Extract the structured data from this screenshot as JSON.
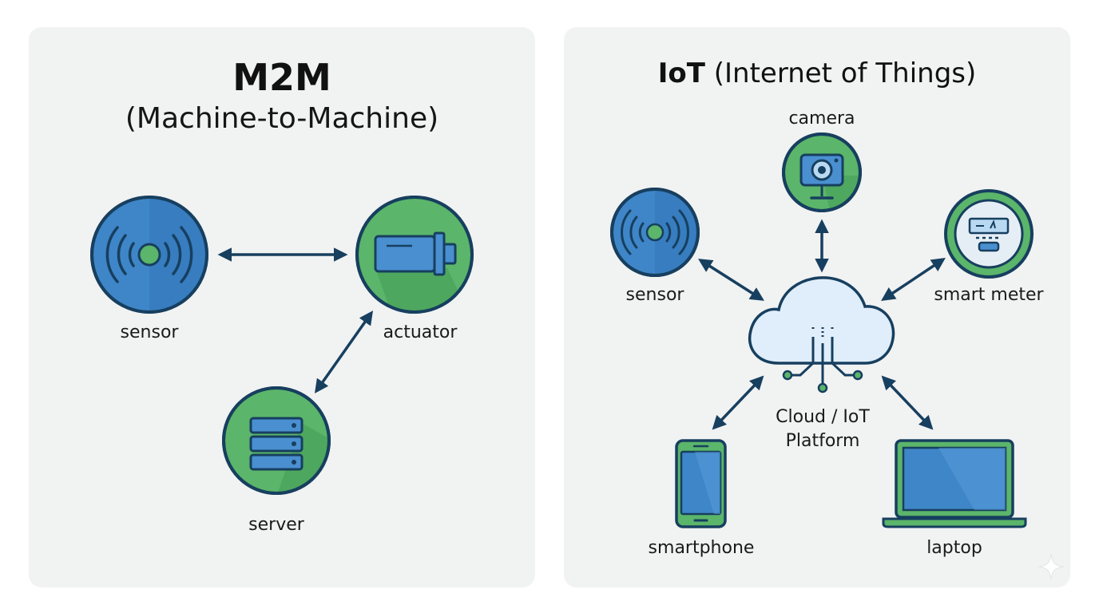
{
  "m2m": {
    "title": "M2M",
    "subtitle": "(Machine-to-Machine)",
    "nodes": {
      "sensor": "sensor",
      "actuator": "actuator",
      "server": "server"
    }
  },
  "iot": {
    "title_bold": "IoT",
    "title_rest": " (Internet of Things)",
    "hub_line1": "Cloud / IoT",
    "hub_line2": "Platform",
    "nodes": {
      "camera": "camera",
      "sensor": "sensor",
      "smart_meter": "smart meter",
      "smartphone": "smartphone",
      "laptop": "laptop"
    }
  },
  "colors": {
    "blue": "#3f86c8",
    "green": "#5bb56a",
    "navy": "#173f5f",
    "panel": "#f1f2f2"
  },
  "icons": [
    "sensor-icon",
    "actuator-icon",
    "server-icon",
    "camera-icon",
    "smart-meter-icon",
    "cloud-icon",
    "smartphone-icon",
    "laptop-icon"
  ]
}
